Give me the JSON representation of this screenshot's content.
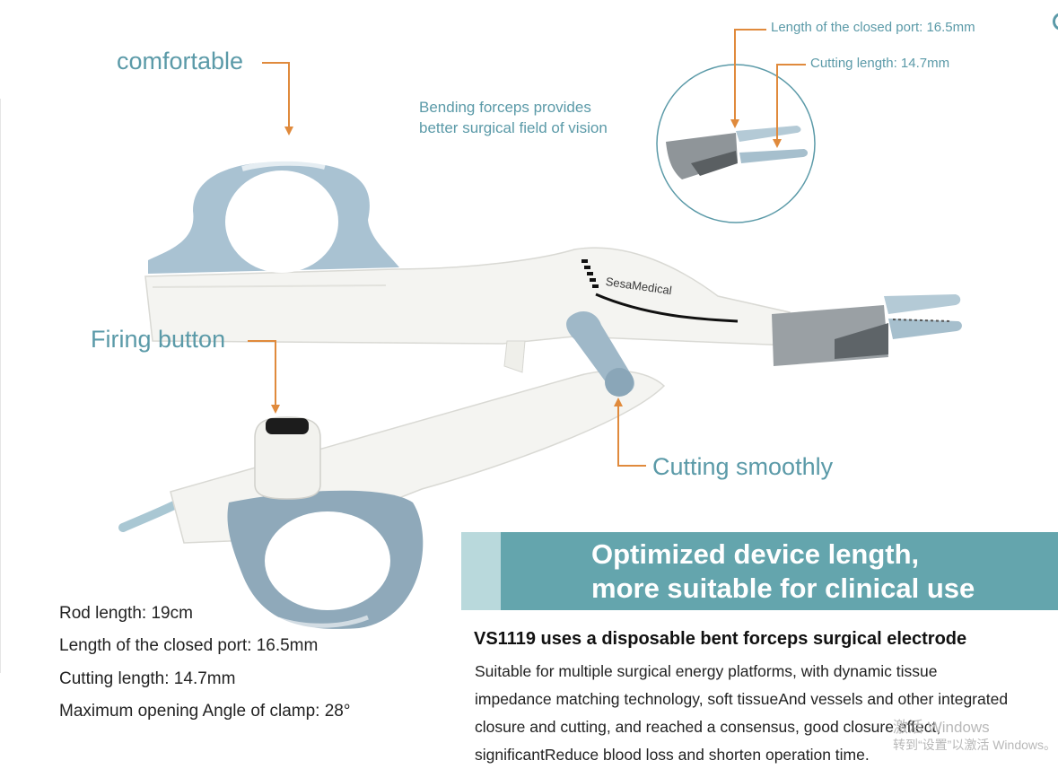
{
  "callouts": {
    "comfortable": "comfortable",
    "firing_button": "Firing button",
    "cutting_smoothly": "Cutting smoothly",
    "bending_line1": "Bending forceps provides",
    "bending_line2": "better surgical field of vision",
    "closed_port_zoom": "Length of the closed port: 16.5mm",
    "cutting_length_zoom": "Cutting length: 14.7mm"
  },
  "device": {
    "brand": "SesaMedical"
  },
  "specs": [
    "Rod length: 19cm",
    "Length of the closed port: 16.5mm",
    "Cutting length: 14.7mm",
    "Maximum opening Angle of clamp: 28°"
  ],
  "banner": {
    "line1": "Optimized device length,",
    "line2": "more suitable for clinical use"
  },
  "product": {
    "heading": "VS1119 uses a disposable bent forceps surgical electrode",
    "description": "Suitable for multiple surgical energy platforms, with dynamic tissue impedance matching technology, soft tissueAnd vessels and other integrated closure and cutting, and reached a consensus, good closure effect, significantReduce blood loss and shorten operation time."
  },
  "watermark": {
    "line1": "激活 Windows",
    "line2": "转到“设置”以激活 Windows。"
  },
  "colors": {
    "accent_teal": "#5b9aa8",
    "arrow_orange": "#e08a3c",
    "banner_dark": "#64a5ad",
    "banner_light": "#b9d9dc",
    "grip_blue": "#9fb8c8"
  }
}
